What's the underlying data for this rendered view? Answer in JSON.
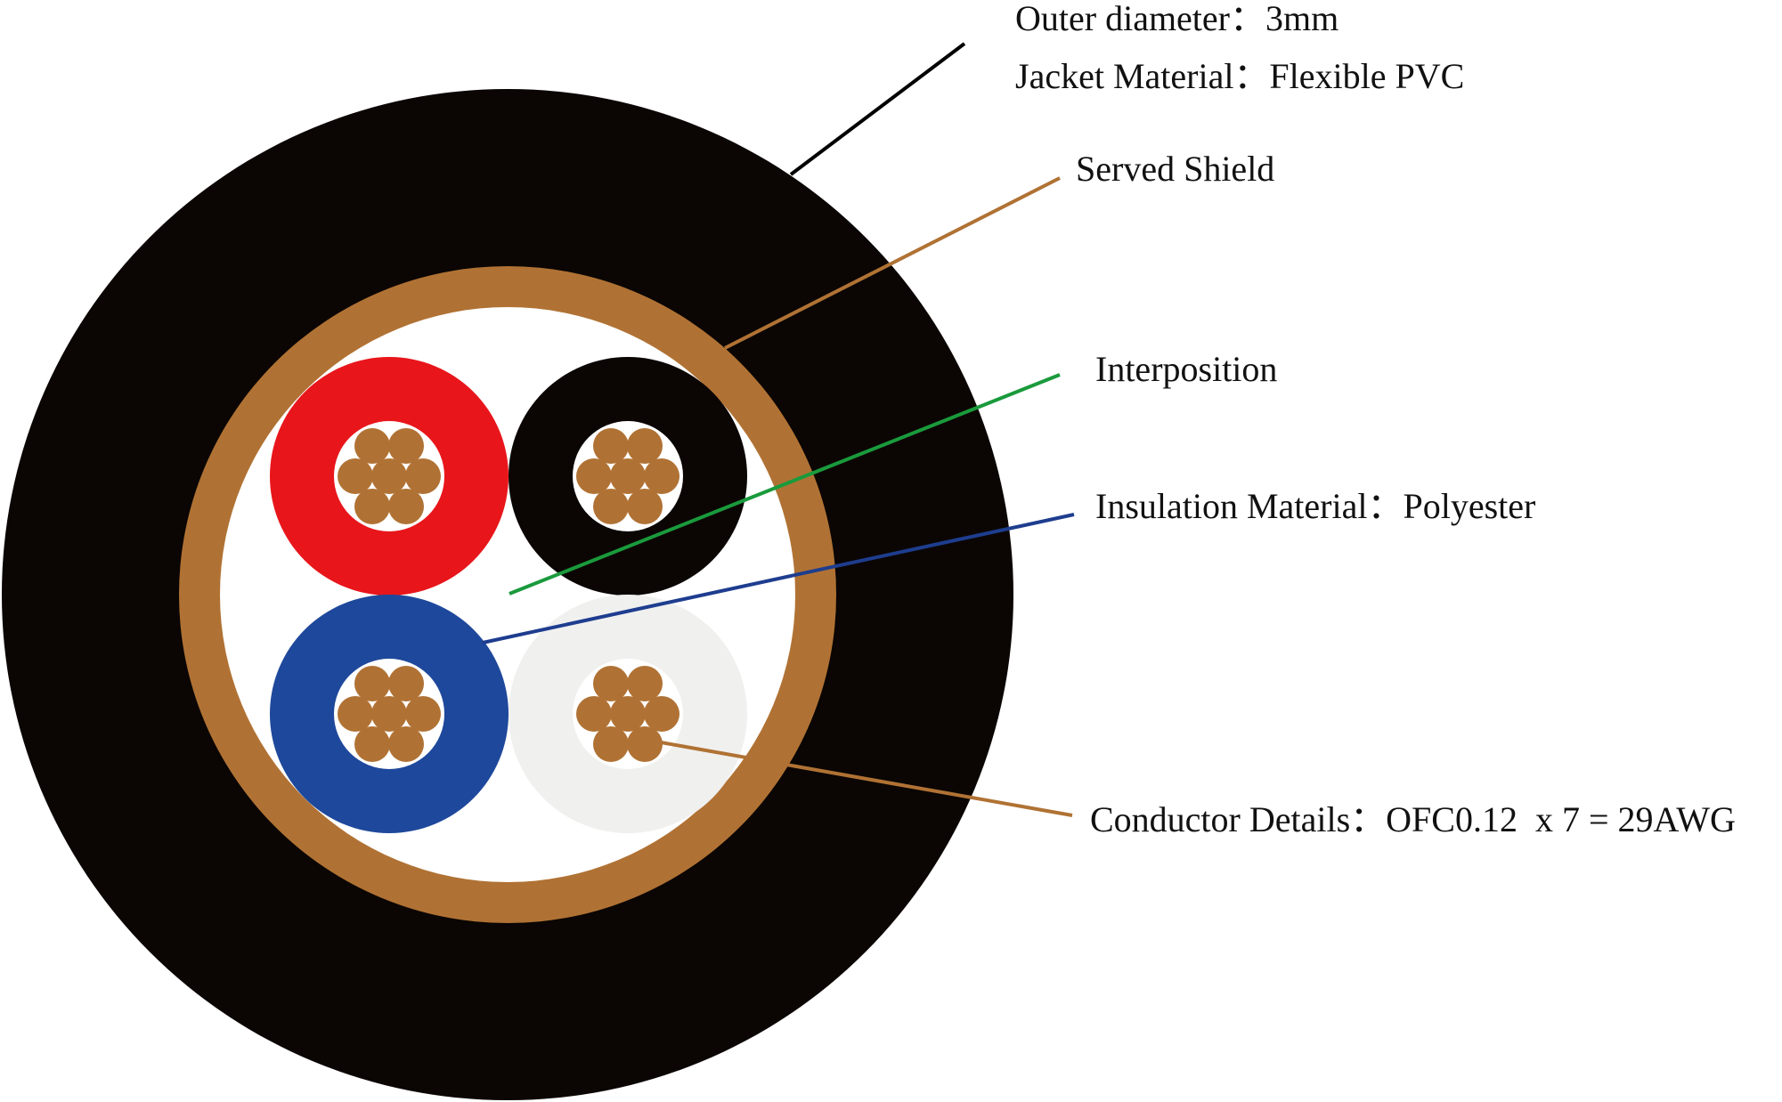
{
  "labels": {
    "outer_diameter": "Outer diameter：3mm",
    "jacket_material": "Jacket Material：Flexible PVC",
    "served_shield": "Served Shield",
    "interposition": "Interposition",
    "insulation_material": "Insulation Material：Polyester",
    "conductor_details": "Conductor Details：OFC0.12  x 7 = 29AWG"
  },
  "colors": {
    "jacket": "#0b0604",
    "shield": "#b07234",
    "interposition": "#ffffff",
    "insulation_red": "#e8161b",
    "insulation_black": "#0b0604",
    "insulation_blue": "#1e489b",
    "insulation_white": "#f0f0ef",
    "strand": "#b07234",
    "leader_jacket": "#000000",
    "leader_shield": "#b07234",
    "leader_interposition": "#1a9a3c",
    "leader_insulation": "#1e3d8f",
    "leader_conductor": "#b07234"
  }
}
